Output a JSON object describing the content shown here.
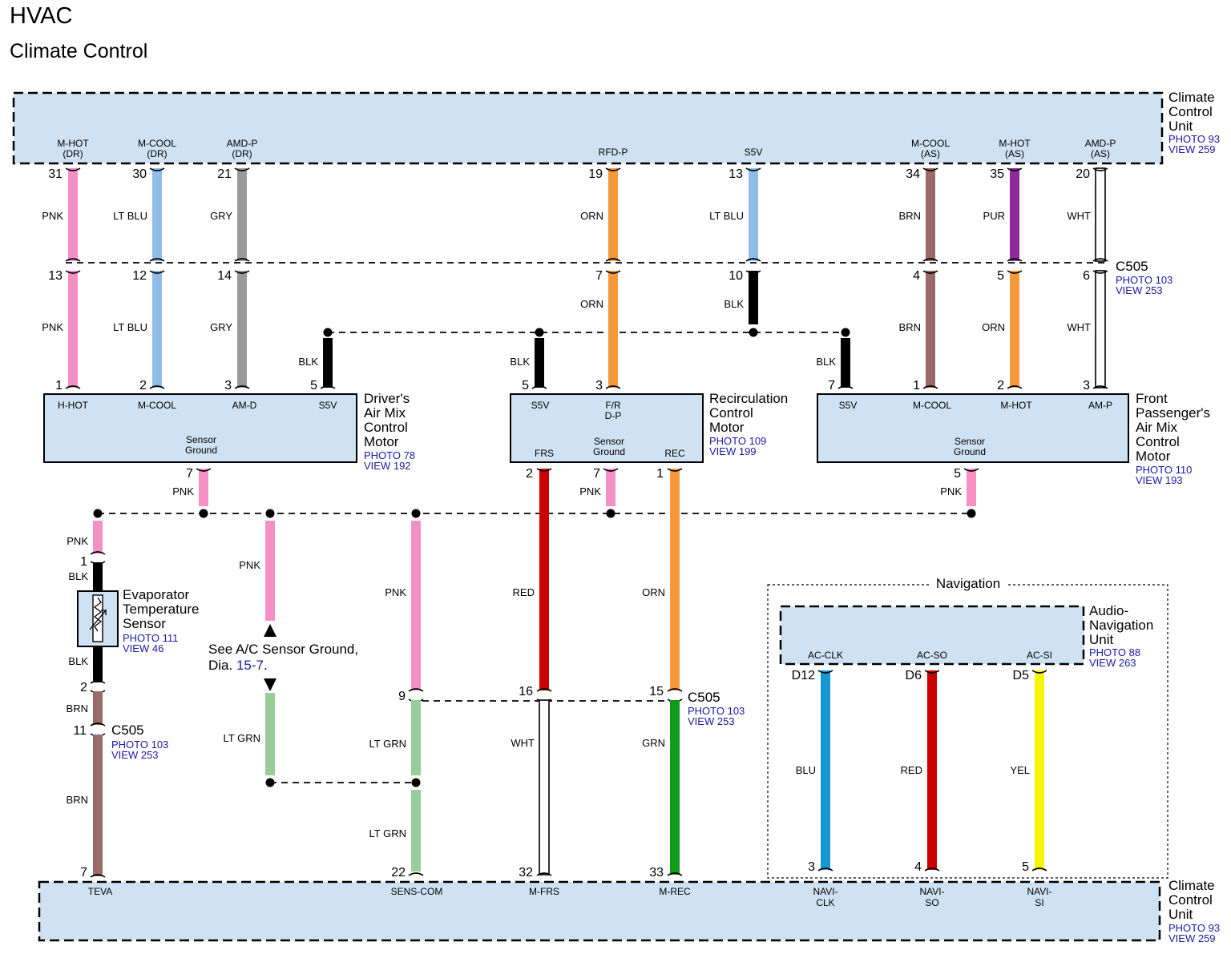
{
  "header": {
    "title": "HVAC",
    "subtitle": "Climate Control"
  },
  "colors": {
    "box_fill": "#cfe2f3",
    "PNK": "#f590c6",
    "LT BLU": "#8fbde8",
    "GRY": "#999999",
    "ORN": "#f59a3c",
    "BRN": "#986a68",
    "PUR": "#8e2a9a",
    "WHT": "#ffffff",
    "BLK": "#000000",
    "RED": "#cc0000",
    "GRN": "#129a1a",
    "LT GRN": "#99cc99",
    "BLU": "#1399d0",
    "YEL": "#f5f500",
    "link": "#1a1aa0"
  },
  "ccu_top": {
    "name": "Climate Control Unit",
    "name_lines": [
      "Climate",
      "Control",
      "Unit"
    ],
    "photo": "PHOTO 93",
    "view": "VIEW 259",
    "signals": [
      {
        "l1": "M-HOT",
        "l2": "(DR)"
      },
      {
        "l1": "M-COOL",
        "l2": "(DR)"
      },
      {
        "l1": "AMD-P",
        "l2": "(DR)"
      },
      {
        "l1": "RFD-P",
        "l2": ""
      },
      {
        "l1": "S5V",
        "l2": ""
      },
      {
        "l1": "M-COOL",
        "l2": "(AS)"
      },
      {
        "l1": "M-HOT",
        "l2": "(AS)"
      },
      {
        "l1": "AMD-P",
        "l2": "(AS)"
      }
    ]
  },
  "ccu_bottom": {
    "name_lines": [
      "Climate",
      "Control",
      "Unit"
    ],
    "photo": "PHOTO 93",
    "view": "VIEW 259",
    "signals": [
      {
        "l1": "TEVA",
        "l2": ""
      },
      {
        "l1": "SENS-COM",
        "l2": ""
      },
      {
        "l1": "M-FRS",
        "l2": ""
      },
      {
        "l1": "M-REC",
        "l2": ""
      },
      {
        "l1": "NAVI-",
        "l2": "CLK"
      },
      {
        "l1": "NAVI-",
        "l2": "SO"
      },
      {
        "l1": "NAVI-",
        "l2": "SI"
      }
    ]
  },
  "wires_top": [
    {
      "pin_top": "31",
      "color": "PNK",
      "pin_mid": "13",
      "color2": "PNK",
      "pin_bot": "1"
    },
    {
      "pin_top": "30",
      "color": "LT BLU",
      "pin_mid": "12",
      "color2": "LT BLU",
      "pin_bot": "2"
    },
    {
      "pin_top": "21",
      "color": "GRY",
      "pin_mid": "14",
      "color2": "GRY",
      "pin_bot": "3"
    },
    {
      "pin_top": "19",
      "color": "ORN",
      "pin_mid": "7",
      "color2": "ORN",
      "pin_bot": "3"
    },
    {
      "pin_top": "13",
      "color": "LT BLU",
      "pin_mid": "10",
      "color2": "BLK",
      "pin_bot": ""
    },
    {
      "pin_top": "34",
      "color": "BRN",
      "pin_mid": "4",
      "color2": "BRN",
      "pin_bot": "1"
    },
    {
      "pin_top": "35",
      "color": "PUR",
      "pin_mid": "5",
      "color2": "ORN",
      "pin_bot": "2"
    },
    {
      "pin_top": "20",
      "color": "WHT",
      "pin_mid": "6",
      "color2": "WHT",
      "pin_bot": "3"
    }
  ],
  "c505": {
    "name": "C505",
    "photo": "PHOTO 103",
    "view": "VIEW 253"
  },
  "s5v_branches": [
    {
      "color": "BLK",
      "pin": "5"
    },
    {
      "color": "BLK",
      "pin": "5"
    },
    {
      "color": "BLK",
      "pin": "7"
    }
  ],
  "drivers_motor": {
    "name_lines": [
      "Driver's",
      "Air Mix",
      "Control",
      "Motor"
    ],
    "photo": "PHOTO 78",
    "view": "VIEW 192",
    "top_pins": [
      "H-HOT",
      "M-COOL",
      "AM-D",
      "S5V"
    ],
    "sensor_label": "Sensor",
    "sensor_label2": "Ground",
    "gnd_pin": "7",
    "gnd_color": "PNK"
  },
  "recirc_motor": {
    "name_lines": [
      "Recirculation",
      "Control",
      "Motor"
    ],
    "photo": "PHOTO 109",
    "view": "VIEW 199",
    "top_pins": [
      "S5V",
      "F/R",
      "D-P"
    ],
    "bottom_pins": [
      "FRS",
      "REC"
    ],
    "sensor_label": "Sensor",
    "sensor_label2": "Ground",
    "gnd_pin": "7",
    "gnd_color": "PNK"
  },
  "passenger_motor": {
    "name_lines": [
      "Front",
      "Passenger's",
      "Air Mix",
      "Control",
      "Motor"
    ],
    "photo": "PHOTO 110",
    "view": "VIEW 193",
    "top_pins": [
      "S5V",
      "M-COOL",
      "M-HOT",
      "AM-P"
    ],
    "sensor_label": "Sensor",
    "sensor_label2": "Ground",
    "gnd_pin": "5",
    "gnd_color": "PNK"
  },
  "evap_sensor": {
    "name_lines": [
      "Evaporator",
      "Temperature",
      "Sensor"
    ],
    "photo": "PHOTO 111",
    "view": "VIEW 46",
    "pin1": "1",
    "pin2": "2",
    "wire_in": "PNK",
    "blk1": "BLK",
    "blk2": "BLK",
    "wire_out": "BRN",
    "c505_pin": "11",
    "wire_after": "BRN",
    "ccu_pin": "7"
  },
  "sensor_ground": {
    "note": "See A/C Sensor Ground,",
    "note2_prefix": "Dia. ",
    "note2_link": "15-7",
    "note2_suffix": ".",
    "upper_color": "PNK",
    "lower_color": "LT GRN"
  },
  "sens_com": {
    "upper_color": "PNK",
    "c505_pin": "9",
    "mid_color": "LT GRN",
    "lower_color": "LT GRN",
    "ccu_pin": "22"
  },
  "frs_wire": {
    "motor_pin": "2",
    "color": "RED",
    "c505_pin": "16",
    "color2": "WHT",
    "ccu_pin": "32"
  },
  "rec_wire": {
    "motor_pin": "1",
    "color": "ORN",
    "c505_pin": "15",
    "color2": "GRN",
    "ccu_pin": "33"
  },
  "navigation": {
    "group_label": "Navigation",
    "unit_lines": [
      "Audio-",
      "Navigation",
      "Unit"
    ],
    "photo": "PHOTO 88",
    "view": "VIEW 263",
    "wires": [
      {
        "signal": "AC-CLK",
        "pin_top": "D12",
        "color": "BLU",
        "pin_bot": "3"
      },
      {
        "signal": "AC-SO",
        "pin_top": "D6",
        "color": "RED",
        "pin_bot": "4"
      },
      {
        "signal": "AC-SI",
        "pin_top": "D5",
        "color": "YEL",
        "pin_bot": "5"
      }
    ]
  }
}
